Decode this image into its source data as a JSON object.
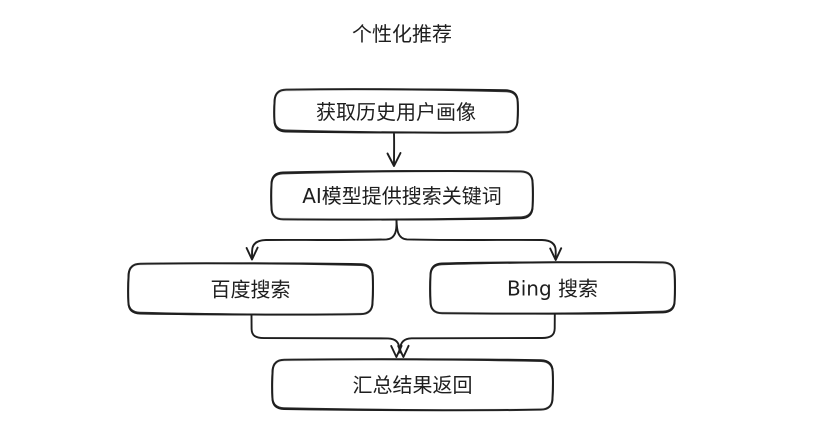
{
  "title": "个性化推荐",
  "colors": {
    "stroke": "#1e1e1e",
    "text": "#1e1e1e",
    "background": "#ffffff"
  },
  "nodes": [
    {
      "id": "get-history-profile",
      "label": "获取历史用户画像"
    },
    {
      "id": "ai-model-keywords",
      "label": "AI模型提供搜索关键词"
    },
    {
      "id": "baidu-search",
      "label": "百度搜索"
    },
    {
      "id": "bing-search",
      "label": "Bing 搜索"
    },
    {
      "id": "aggregate-results",
      "label": "汇总结果返回"
    }
  ],
  "edges": [
    {
      "from": "get-history-profile",
      "to": "ai-model-keywords"
    },
    {
      "from": "ai-model-keywords",
      "to": "baidu-search"
    },
    {
      "from": "ai-model-keywords",
      "to": "bing-search"
    },
    {
      "from": "baidu-search",
      "to": "aggregate-results"
    },
    {
      "from": "bing-search",
      "to": "aggregate-results"
    }
  ]
}
